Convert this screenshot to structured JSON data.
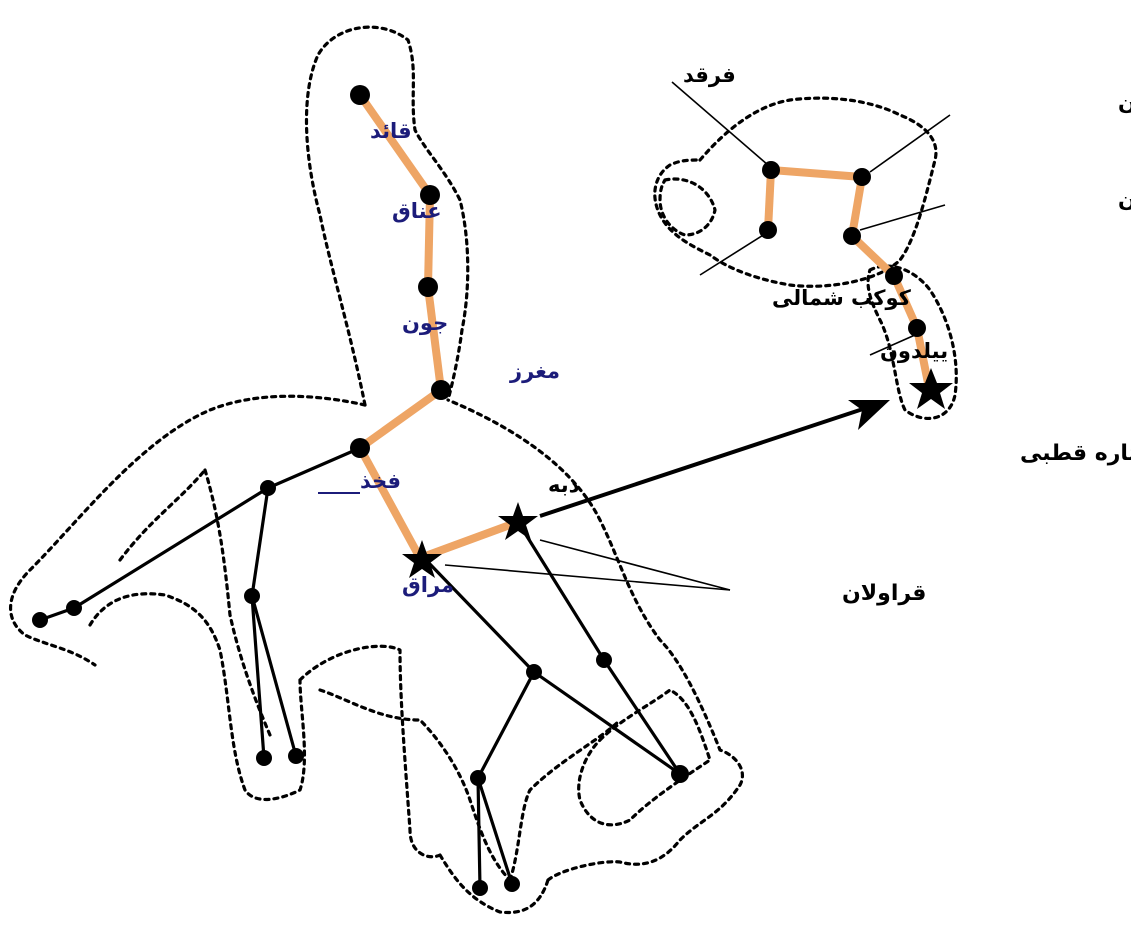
{
  "colors": {
    "highlight_line": "#eea565",
    "outline": "#000000",
    "blue_label": "#1c1c7a",
    "background": "#ffffff"
  },
  "icons": {
    "star_marker": "star-icon",
    "arrow": "arrow-icon"
  },
  "ursa_major": {
    "labels": {
      "qaed": "قائد",
      "anaq": "عناق",
      "jun": "جون",
      "maghraz": "مغرز",
      "fakhz": "فخذ",
      "dobbe": "دبه",
      "maragh": "مراق",
      "qaravolan": "قراولان"
    }
  },
  "ursa_minor": {
    "labels": {
      "farqad": "فرقد",
      "anvar_farqadin": "انورالفرقدین",
      "akhfa_farqadin": "اخفی‌الفرقدین",
      "kowkab_shomali": "کوکب شمالی",
      "yeyldoon": "ییلدون",
      "setareh_qotbi": "ستاره قطبی"
    }
  }
}
